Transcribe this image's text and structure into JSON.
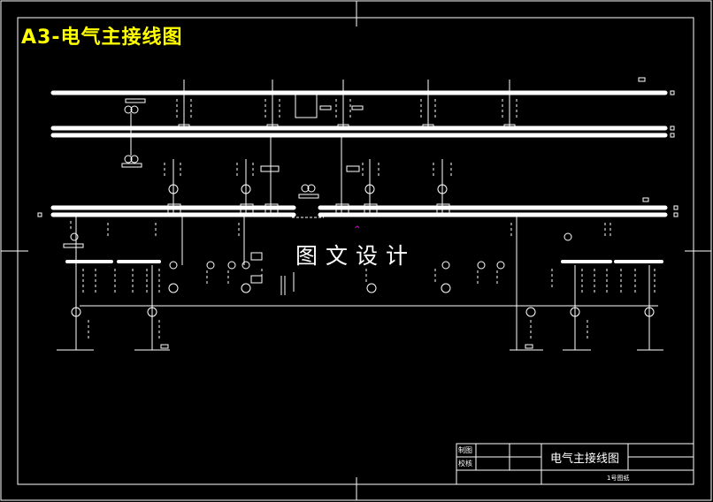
{
  "drawing_title": "A3-电气主接线图",
  "watermark": "图文设计",
  "title_block": {
    "row1_label": "制图",
    "row2_label": "校核",
    "drawing_name": "电气主接线图",
    "scale_note": "1号图纸"
  },
  "colors": {
    "background": "#000000",
    "lines": "#ffffff",
    "title": "#ffff00",
    "marker": "#ff00ff"
  }
}
